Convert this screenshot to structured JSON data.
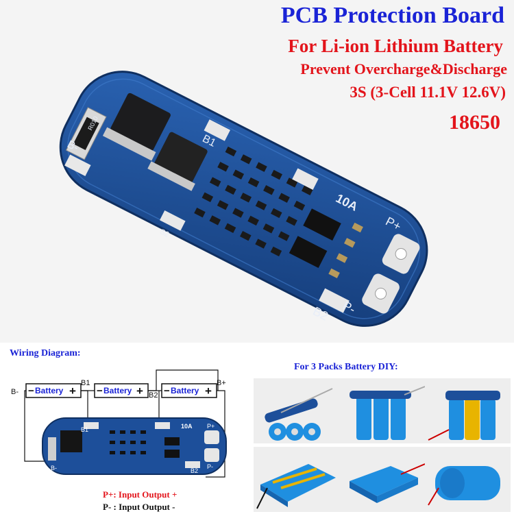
{
  "header": {
    "title": "PCB Protection Board",
    "subtitle": "For Li-ion Lithium Battery",
    "feature": "Prevent Overcharge&Discharge",
    "spec": "3S (3-Cell 11.1V 12.6V)",
    "cell_type": "18650"
  },
  "board": {
    "pad_b1": "B1",
    "pad_b2": "B2",
    "pad_bminus": "B-",
    "pad_pplus": "P+",
    "pad_pminus": "P-",
    "mark_s2": "S2",
    "current_rating": "10A",
    "resistor_code": "R010"
  },
  "wiring": {
    "title": "Wiring Diagram:",
    "battery_label": "Battery",
    "label_bminus": "B-",
    "label_b1": "B1",
    "label_b2": "B2",
    "label_bplus": "B+",
    "mini_b1": "B1",
    "mini_b2": "B2",
    "mini_bminus": "B-",
    "mini_pplus": "P+",
    "mini_pminus": "P-",
    "mini_rating": "10A",
    "pin_p_plus": "P+: Input Output +",
    "pin_p_minus": "P- : Input Output -"
  },
  "diy": {
    "title": "For 3 Packs Battery DIY:"
  },
  "colors": {
    "title_blue": "#1a23d6",
    "accent_red": "#e3141b",
    "pcb_blue": "#1d4f9a",
    "cell_blue": "#1f8fe0"
  }
}
